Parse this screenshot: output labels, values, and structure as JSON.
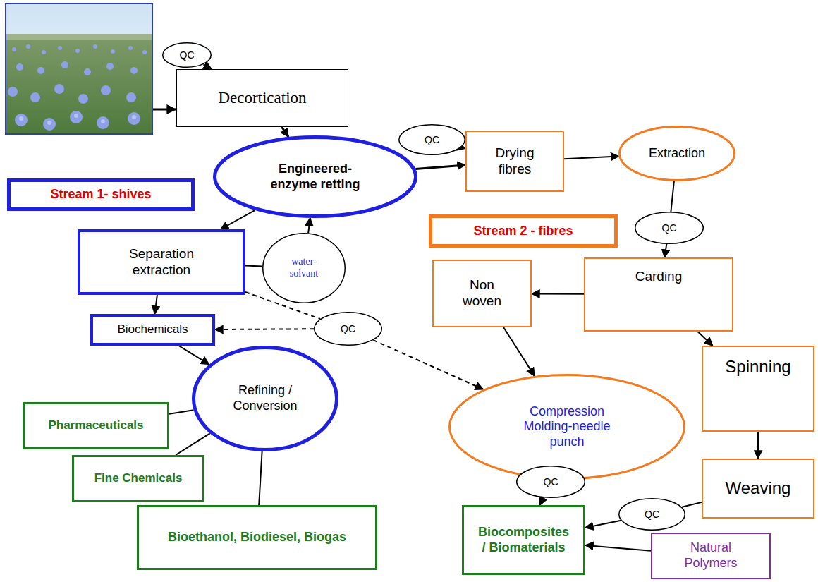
{
  "diagram": {
    "nodes": [
      {
        "text": [
          "QC"
        ]
      },
      {
        "text": [
          "Decortication"
        ]
      },
      {
        "text": [
          "QC"
        ]
      },
      {
        "text": [
          "Drying fibres"
        ]
      },
      {
        "text": [
          "Extraction"
        ]
      },
      {
        "text": [
          "Engineered-enzyme retting"
        ]
      },
      {
        "text": [
          "Stream 1- shives"
        ]
      },
      {
        "text": [
          "Stream 2 - fibres"
        ]
      },
      {
        "text": [
          "Separation extraction"
        ]
      },
      {
        "text": [
          "water-solvant"
        ]
      },
      {
        "text": [
          "QC"
        ]
      },
      {
        "text": [
          "Carding"
        ]
      },
      {
        "text": [
          "Non woven"
        ]
      },
      {
        "text": [
          "Biochemicals"
        ]
      },
      {
        "text": [
          "QC"
        ]
      },
      {
        "text": [
          "Spinning"
        ]
      },
      {
        "text": [
          "Refining / Conversion"
        ]
      },
      {
        "text": [
          "Compression Molding-needle punch"
        ]
      },
      {
        "text": [
          "Pharmaceuticals"
        ]
      },
      {
        "text": [
          "Fine Chemicals"
        ]
      },
      {
        "text": [
          "Bioethanol, Biodiesel, Biogas"
        ]
      },
      {
        "text": [
          "QC"
        ]
      },
      {
        "text": [
          "Weaving"
        ]
      },
      {
        "text": [
          "QC"
        ]
      },
      {
        "text": [
          "Biocomposites / Biomaterials"
        ]
      },
      {
        "text": [
          "Natural Polymers"
        ]
      }
    ],
    "edges": [
      {
        "from": 0,
        "to": 1,
        "arrow": "to"
      },
      {
        "from": 1,
        "to": 5,
        "arrow": "to"
      },
      {
        "from": 5,
        "to": 3,
        "arrow": "to"
      },
      {
        "from": 2,
        "to": 3,
        "arrow": "to"
      },
      {
        "from": 3,
        "to": 4,
        "arrow": "to"
      },
      {
        "from": 4,
        "to": 10,
        "arrow": "none"
      },
      {
        "from": 10,
        "to": 11,
        "arrow": "to"
      },
      {
        "from": 5,
        "to": 8,
        "arrow": "to"
      },
      {
        "from": 8,
        "to": 9,
        "arrow": "none"
      },
      {
        "from": 9,
        "to": 5,
        "arrow": "to"
      },
      {
        "from": 8,
        "to": 13,
        "arrow": "to"
      },
      {
        "from": 8,
        "to": 14,
        "arrow": "none"
      },
      {
        "from": 14,
        "to": 17,
        "arrow": "to"
      },
      {
        "from": 14,
        "to": 13,
        "arrow": "to"
      },
      {
        "from": 13,
        "to": 16,
        "arrow": "to"
      },
      {
        "from": 16,
        "to": 18,
        "arrow": "none"
      },
      {
        "from": 16,
        "to": 19,
        "arrow": "none"
      },
      {
        "from": 16,
        "to": 20,
        "arrow": "none"
      },
      {
        "from": 11,
        "to": 12,
        "arrow": "to"
      },
      {
        "from": 11,
        "to": 15,
        "arrow": "to"
      },
      {
        "from": 12,
        "to": 17,
        "arrow": "to"
      },
      {
        "from": 15,
        "to": 22,
        "arrow": "to"
      },
      {
        "from": 17,
        "to": 21,
        "arrow": "none"
      },
      {
        "from": 21,
        "to": 24,
        "arrow": "to"
      },
      {
        "from": 22,
        "to": 23,
        "arrow": "none"
      },
      {
        "from": 23,
        "to": 24,
        "arrow": "to"
      },
      {
        "from": 25,
        "to": 24,
        "arrow": "to"
      }
    ]
  }
}
